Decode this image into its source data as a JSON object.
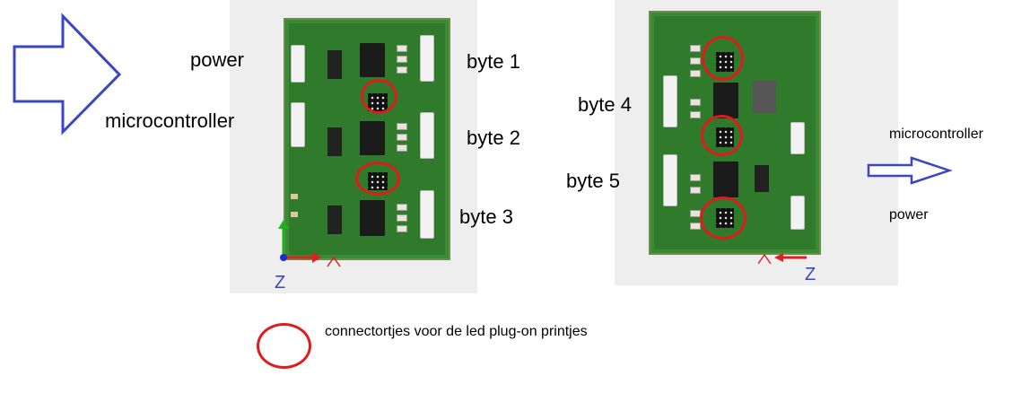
{
  "labels": {
    "power_left": "power",
    "microcontroller_left": "microcontroller",
    "byte1": "byte 1",
    "byte2": "byte 2",
    "byte3": "byte 3",
    "byte4": "byte 4",
    "byte5": "byte 5",
    "microcontroller_right": "microcontroller",
    "power_right": "power"
  },
  "legend": {
    "text": "connectortjes voor de led plug-on printjes"
  },
  "colors": {
    "arrow": "#3a46c4",
    "ring": "#e01b1b",
    "pcb": "#2f7a2b",
    "panel": "#eeeeee"
  }
}
